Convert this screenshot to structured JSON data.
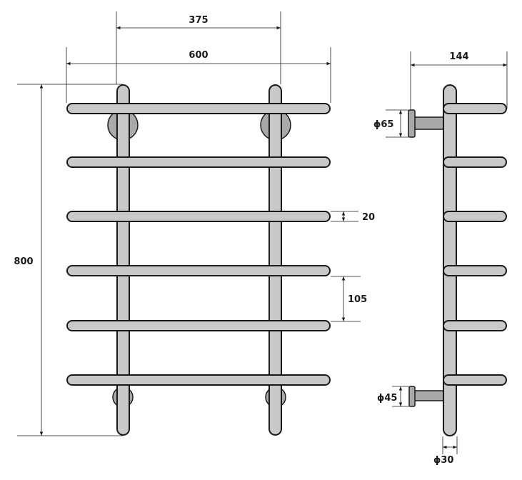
{
  "front_view": {
    "dim_center_spacing": "375",
    "dim_overall_width": "600",
    "dim_height": "800",
    "dim_rail_diameter": "20",
    "dim_rail_spacing": "105"
  },
  "side_view": {
    "dim_depth": "144",
    "dim_top_mount": "ϕ65",
    "dim_bottom_mount": "ϕ45",
    "dim_pipe_diameter": "ϕ30"
  },
  "colors": {
    "pipe_fill": "#c9c9c9",
    "mount_fill": "#a9a9a9",
    "outline": "#1a1a1a"
  }
}
